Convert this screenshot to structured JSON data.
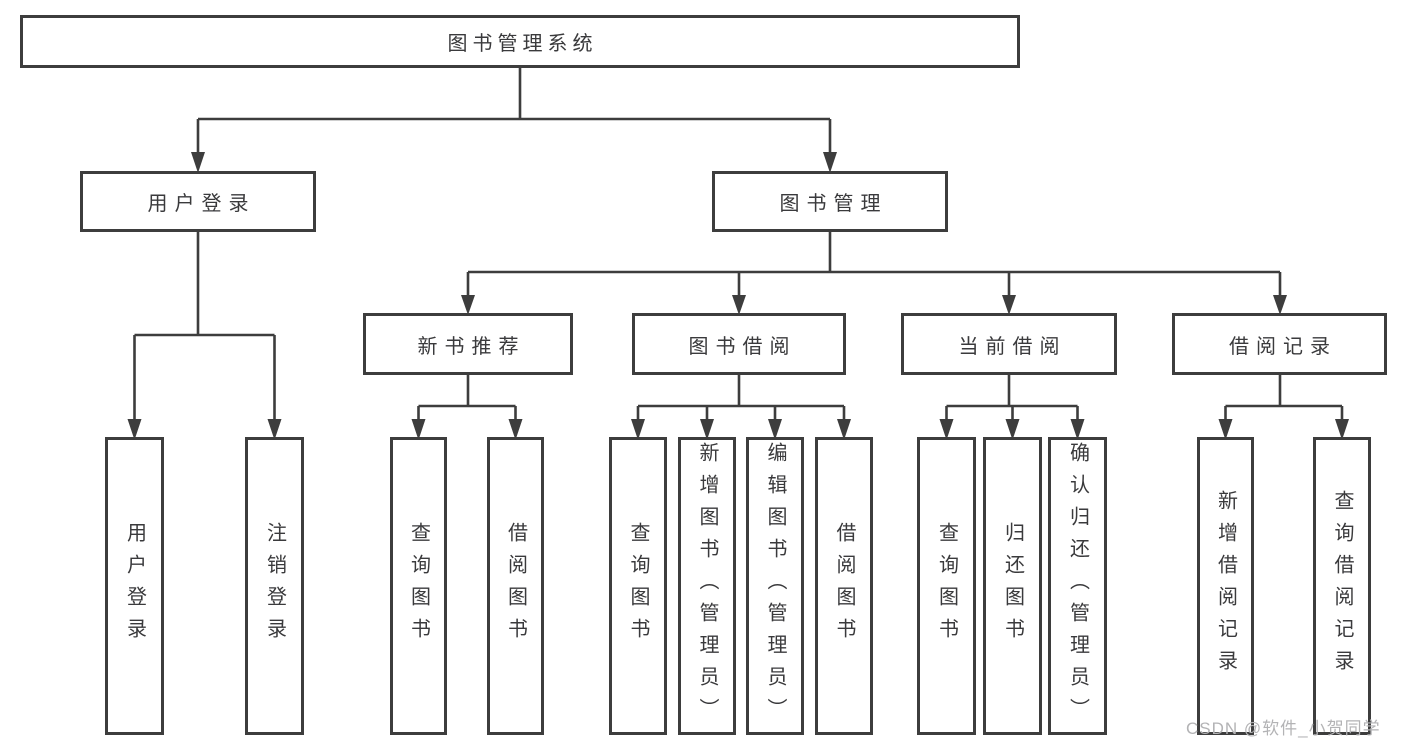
{
  "tree": {
    "label": "图书管理系统",
    "children": [
      {
        "label": "用户登录",
        "children": [
          {
            "label": "用户登录"
          },
          {
            "label": "注销登录"
          }
        ]
      },
      {
        "label": "图书管理",
        "children": [
          {
            "label": "新书推荐",
            "children": [
              {
                "label": "查询图书"
              },
              {
                "label": "借阅图书"
              }
            ]
          },
          {
            "label": "图书借阅",
            "children": [
              {
                "label": "查询图书"
              },
              {
                "label": "新增图书（管理员）"
              },
              {
                "label": "编辑图书（管理员）"
              },
              {
                "label": "借阅图书"
              }
            ]
          },
          {
            "label": "当前借阅",
            "children": [
              {
                "label": "查询图书"
              },
              {
                "label": "归还图书"
              },
              {
                "label": "确认归还（管理员）"
              }
            ]
          },
          {
            "label": "借阅记录",
            "children": [
              {
                "label": "新增借阅记录"
              },
              {
                "label": "查询借阅记录"
              }
            ]
          }
        ]
      }
    ]
  },
  "watermark": {
    "text": "CSDN @软件_小贺同学"
  },
  "colors": {
    "background": "#ffffff",
    "line": "#3d3d3d",
    "box_border": "#3d3d3d",
    "text": "#3a3a3c",
    "watermark": "#b3b3b5"
  }
}
